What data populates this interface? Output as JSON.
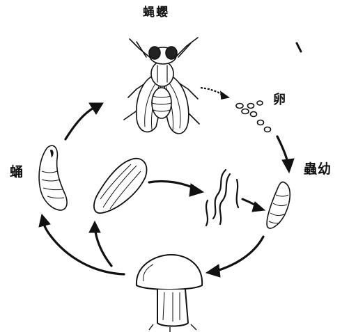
{
  "labels": {
    "adult": "蝇蠳",
    "egg": "卵",
    "larva": "蟲幼",
    "pupa": "蛹"
  }
}
